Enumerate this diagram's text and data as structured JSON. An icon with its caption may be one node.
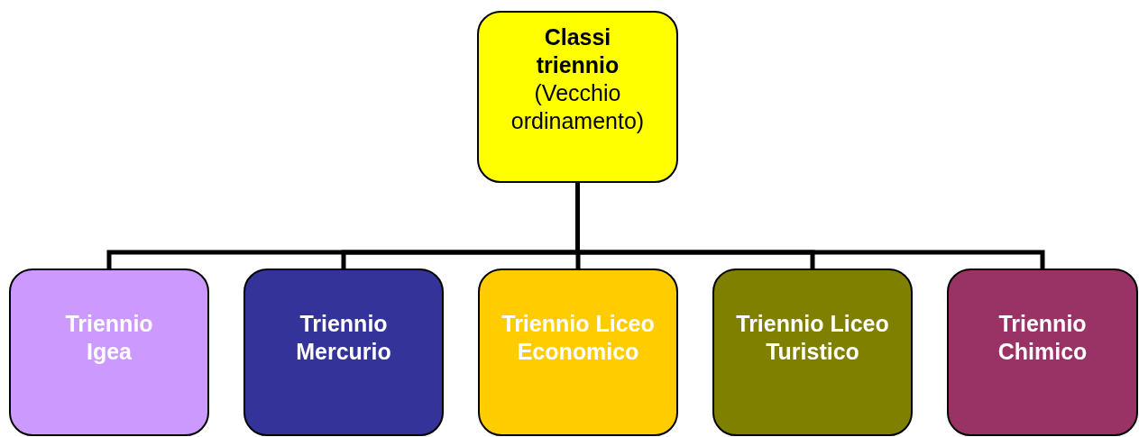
{
  "diagram": {
    "nodes": [
      {
        "text": [
          "Classi triennio",
          "(Vecchio ordinamento)"
        ]
      },
      {
        "text": [
          "Triennio Igea"
        ]
      },
      {
        "text": [
          "Triennio Mercurio"
        ]
      },
      {
        "text": [
          "Triennio Liceo Economico"
        ]
      },
      {
        "text": [
          "Triennio Liceo Turistico"
        ]
      },
      {
        "text": [
          "Triennio Chimico"
        ]
      }
    ],
    "edges": [
      {
        "from": 0,
        "to": 1,
        "arrow": "none"
      },
      {
        "from": 0,
        "to": 2,
        "arrow": "none"
      },
      {
        "from": 0,
        "to": 3,
        "arrow": "none"
      },
      {
        "from": 0,
        "to": 4,
        "arrow": "none"
      },
      {
        "from": 0,
        "to": 5,
        "arrow": "none"
      }
    ]
  }
}
